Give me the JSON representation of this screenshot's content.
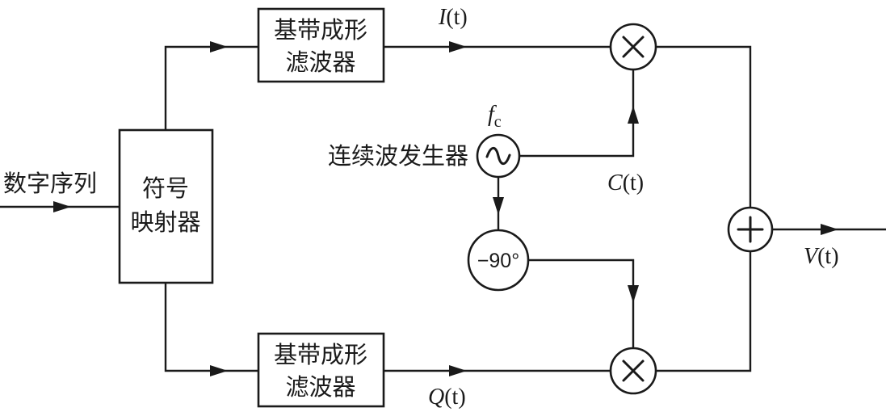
{
  "input_label": "数字序列",
  "mapper": {
    "line1": "符号",
    "line2": "映射器"
  },
  "filter_top": {
    "line1": "基带成形",
    "line2": "滤波器"
  },
  "filter_bottom": {
    "line1": "基带成形",
    "line2": "滤波器"
  },
  "oscillator": {
    "label": "连续波发生器",
    "freq_label": "f",
    "freq_subscript": "c"
  },
  "phase_shifter": {
    "label": "−90°"
  },
  "signals": {
    "i_t": {
      "name": "I",
      "arg": "(t)"
    },
    "q_t": {
      "name": "Q",
      "arg": "(t)"
    },
    "c_t": {
      "name": "C",
      "arg": "(t)"
    },
    "v_t": {
      "name": "V",
      "arg": "(t)"
    }
  },
  "icons": {
    "multiplier": "multiply-circle-icon",
    "adder": "plus-circle-icon",
    "oscillator": "sine-wave-circle-icon"
  },
  "colors": {
    "stroke": "#1a1a1a",
    "background": "#ffffff"
  }
}
